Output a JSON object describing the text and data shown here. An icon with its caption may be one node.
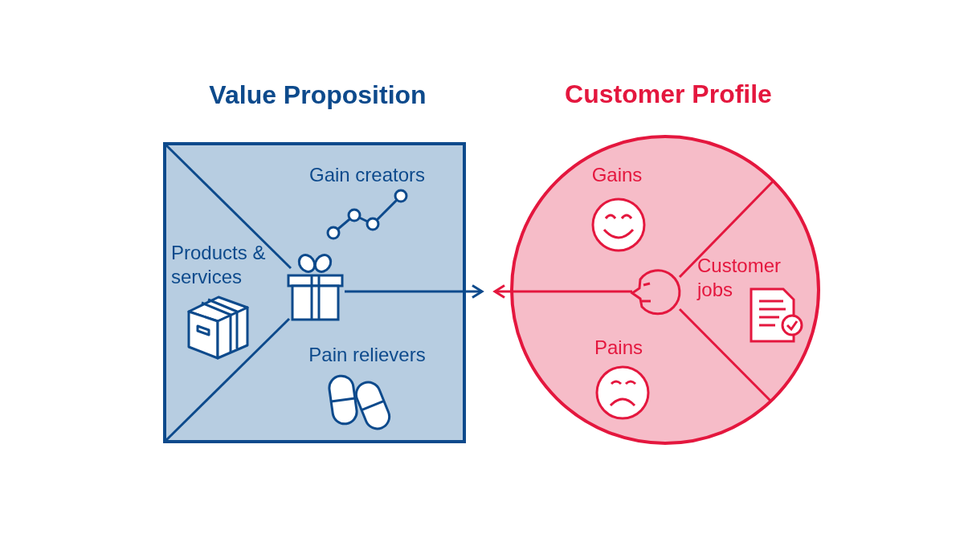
{
  "diagram": {
    "nodes": [
      {
        "text": [
          "Value Proposition"
        ]
      },
      {
        "text": [
          "Gain creators"
        ],
        "in": 0
      },
      {
        "text": [
          "Products & services"
        ],
        "in": 0
      },
      {
        "text": [
          "Pain relievers"
        ],
        "in": 0
      },
      {
        "text": [],
        "shape": "picture",
        "in": 0
      },
      {
        "text": [
          "Customer Profile"
        ]
      },
      {
        "text": [
          "Gains"
        ],
        "in": 5
      },
      {
        "text": [
          "Customer jobs"
        ],
        "in": 5
      },
      {
        "text": [
          "Pains"
        ],
        "in": 5
      },
      {
        "text": [],
        "shape": "picture",
        "in": 5
      }
    ],
    "edges": [
      {
        "from": 4,
        "to": null,
        "arrow": "to",
        "color": "#0d4a8c"
      },
      {
        "from": 9,
        "to": null,
        "arrow": "to",
        "color": "#e4173e"
      }
    ]
  }
}
